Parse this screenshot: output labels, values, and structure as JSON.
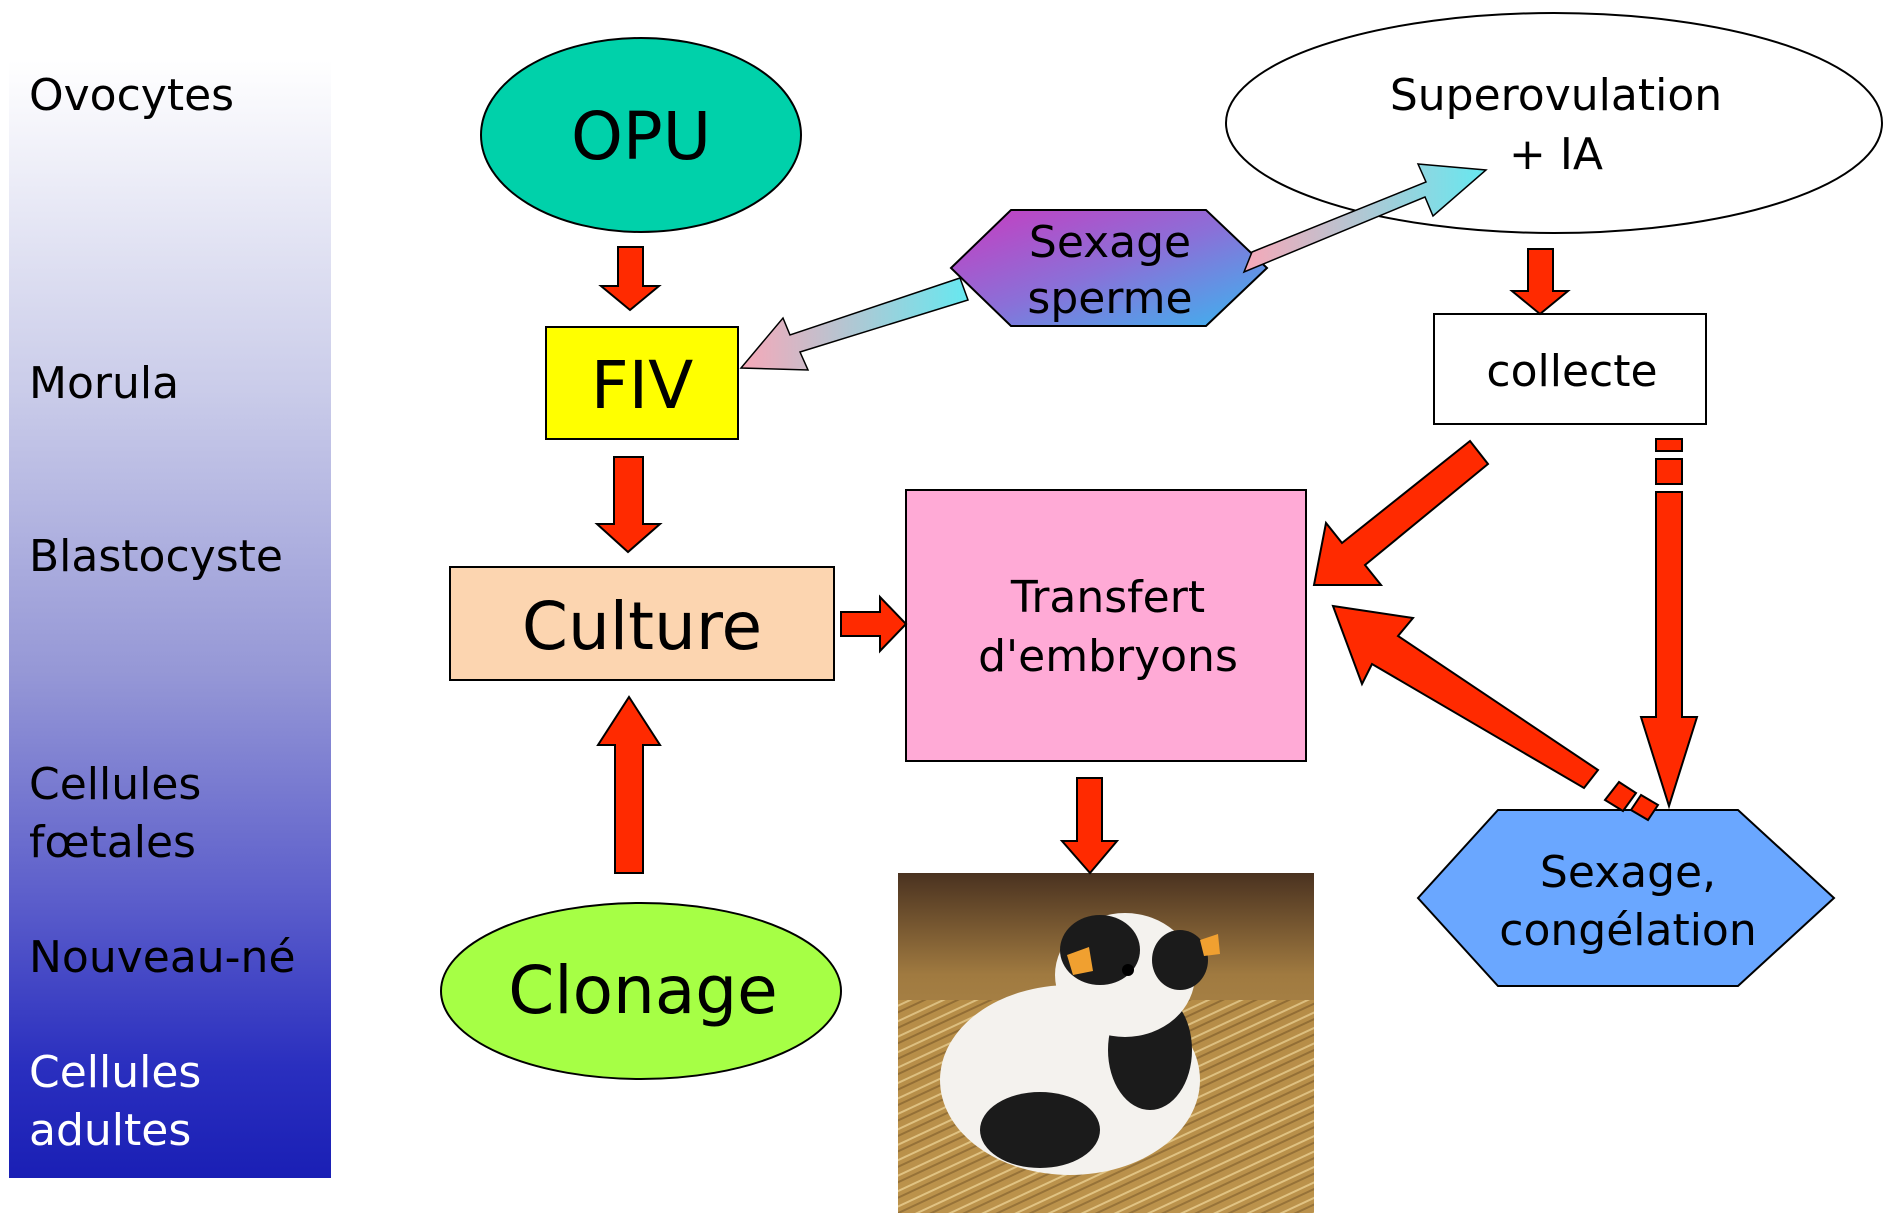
{
  "stages": {
    "ovocytes": "Ovocytes",
    "morula": "Morula",
    "blastocyste": "Blastocyste",
    "cellules_foetales": "Cellules\nfœtales",
    "nouveau_ne": "Nouveau-né",
    "cellules_adultes": "Cellules\nadultes"
  },
  "nodes": {
    "opu": "OPU",
    "fiv": "FIV",
    "culture": "Culture",
    "clonage": "Clonage",
    "transfert_line1": "Transfert",
    "transfert_line2": "d'embryons",
    "superovulation_line1": "Superovulation",
    "superovulation_line2": "+ IA",
    "sexage_sperme_line1": "Sexage",
    "sexage_sperme_line2": "sperme",
    "collecte": "collecte",
    "sexage_congelation_line1": "Sexage,",
    "sexage_congelation_line2": "congélation"
  },
  "colors": {
    "arrow_red": "#ff2a00",
    "opu_fill": "#00d1aa",
    "fiv_fill": "#ffff00",
    "culture_fill": "#fcd5b0",
    "clonage_fill": "#a6ff45",
    "transfert_fill": "#ffaad6",
    "sexage_congelation_fill": "#6aa7ff"
  }
}
